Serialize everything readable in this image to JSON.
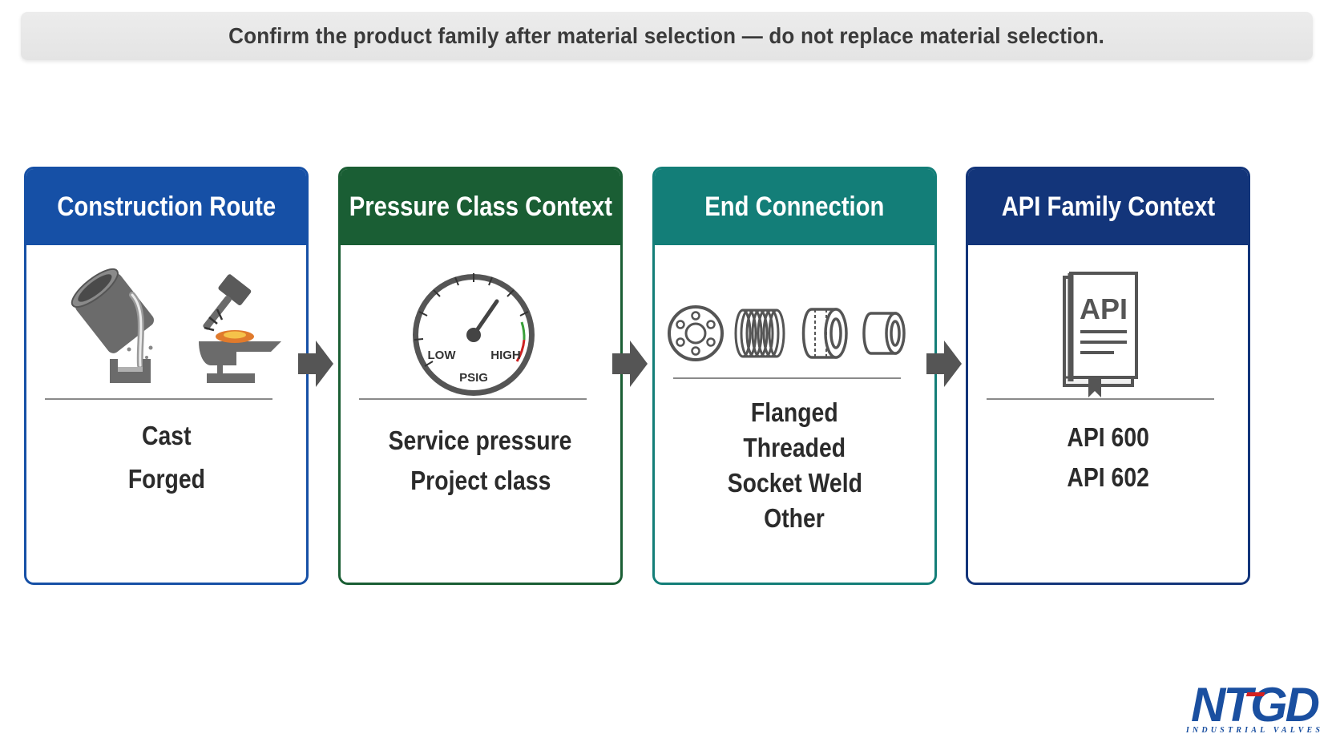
{
  "banner": {
    "text": "Confirm the product family after material selection — do not replace material selection."
  },
  "cards": [
    {
      "title": "Construction Route",
      "color": "#1650a6",
      "items": [
        "Cast",
        "Forged"
      ]
    },
    {
      "title": "Pressure Class Context",
      "color": "#1a5e34",
      "gauge": {
        "low": "LOW",
        "high": "HIGH",
        "unit": "PSIG"
      },
      "items": [
        "Service pressure",
        "Project class"
      ]
    },
    {
      "title": "End Connection",
      "color": "#137e78",
      "items": [
        "Flanged",
        "Threaded",
        "Socket Weld",
        "Other"
      ]
    },
    {
      "title": "API Family Context",
      "color": "#13357a",
      "book": {
        "label": "API"
      },
      "items": [
        "API 600",
        "API 602"
      ]
    }
  ],
  "arrow_color": "#555555",
  "logo": {
    "brand": "NTGD",
    "tagline": "INDUSTRIAL VALVES",
    "color": "#1a4fa0"
  }
}
